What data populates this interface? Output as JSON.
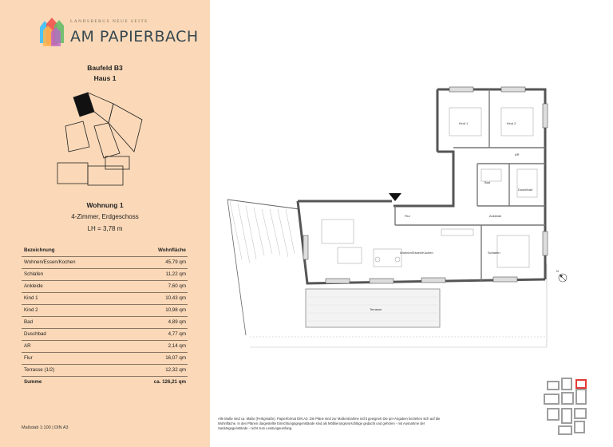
{
  "brand": {
    "tagline": "LANDSBERGS NEUE SEITE",
    "title": "AM PAPIERBACH"
  },
  "building": {
    "field": "Baufeld B3",
    "house": "Haus 1"
  },
  "apartment": {
    "name": "Wohnung 1",
    "rooms": "4-Zimmer, Erdgeschoss",
    "height": "LH = 3,78 m"
  },
  "table": {
    "header_name": "Bezeichnung",
    "header_area": "Wohnfläche",
    "rows": [
      {
        "name": "Wohnen/Essen/Kochen",
        "area": "45,79 qm"
      },
      {
        "name": "Schlafen",
        "area": "11,22 qm"
      },
      {
        "name": "Ankleide",
        "area": "7,60 qm"
      },
      {
        "name": "Kind 1",
        "area": "10,43 qm"
      },
      {
        "name": "Kind 2",
        "area": "10,98 qm"
      },
      {
        "name": "Bad",
        "area": "4,89 qm"
      },
      {
        "name": "Duschbad",
        "area": "4,77 qm"
      },
      {
        "name": "AR",
        "area": "2,14 qm"
      },
      {
        "name": "Flur",
        "area": "16,07 qm"
      },
      {
        "name": "Terrasse  (1/2)",
        "area": "12,32 qm"
      }
    ],
    "total_name": "Summe",
    "total_area": "ca. 126,21 qm"
  },
  "scale": "Maßstab 1:100 | DIN A3",
  "plan_labels": {
    "kind1": "Kind 1",
    "kind2": "Kind 2",
    "ar": "AR",
    "bad": "Bad",
    "duschbad": "Duschbad",
    "ankleide": "Ankleide",
    "flur": "Flur",
    "wohnen": "Wohnen/Essen/Kochen",
    "schlafen": "Schlafen",
    "terrasse": "Terrasse",
    "north": "N"
  },
  "footnote": "Alle Maße sind ca. Maße (Fertigmaße). Papierformat DIN A3. Die Pläne sind zur Maßentnahme nicht geeignet! Die qm-Angaben beziehen sich auf die Wohnfläche. In den Plänen dargestellte Einrichtungsgegenstände sind als Möblierungsvorschläge gedacht und gehören - mit Ausnahme der Sanitärgegenstände - nicht zum Leistungsumfang.",
  "colors": {
    "panel_bg": "#fbd9b8",
    "highlight": "#e53935",
    "wall": "#555555"
  }
}
